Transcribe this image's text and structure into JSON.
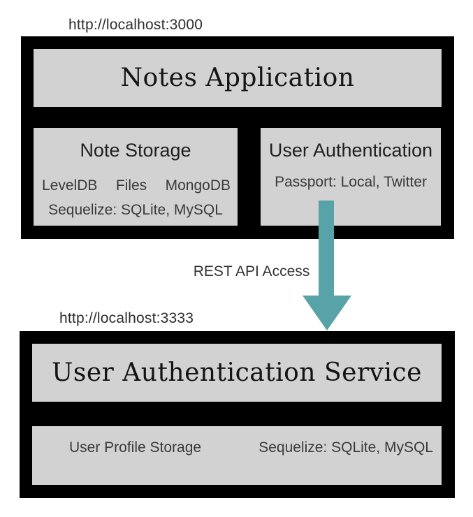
{
  "colors": {
    "box_black": "#000000",
    "panel_gray": "#d2d2d2",
    "arrow_teal": "#57a3a8",
    "body_text": "#3a3a3a",
    "heading_text": "#141414"
  },
  "notes_app": {
    "url": "http://localhost:3000",
    "title": "Notes Application",
    "note_storage": {
      "title": "Note Storage",
      "engines": [
        "LevelDB",
        "Files",
        "MongoDB"
      ],
      "sequelize": "Sequelize: SQLite, MySQL"
    },
    "user_auth": {
      "title": "User Authentication",
      "passport": "Passport: Local, Twitter"
    }
  },
  "arrow": {
    "label": "REST API Access"
  },
  "auth_service": {
    "url": "http://localhost:3333",
    "title": "User Authentication Service",
    "storage": {
      "left": "User Profile Storage",
      "right": "Sequelize: SQLite, MySQL"
    }
  }
}
